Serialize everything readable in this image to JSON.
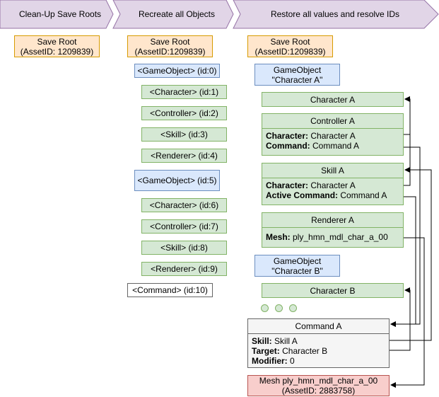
{
  "stages": [
    "Clean-Up Save Roots",
    "Recreate all Objects",
    "Restore all values and resolve IDs"
  ],
  "col1": {
    "save_root": [
      "Save Root",
      "(AssetID: 1209839)"
    ]
  },
  "col2": {
    "save_root": [
      "Save Root",
      "(AssetID:1209839)"
    ],
    "items": [
      "<GameObject> (id:0)",
      "<Character> (id:1)",
      "<Controller> (id:2)",
      "<Skill> (id:3)",
      "<Renderer> (id:4)",
      "<GameObject> (id:5)",
      "<Character> (id:6)",
      "<Controller> (id:7)",
      "<Skill> (id:8)",
      "<Renderer> (id:9)",
      "<Command> (id:10)"
    ]
  },
  "col3": {
    "save_root": [
      "Save Root",
      "(AssetID:1209839)"
    ],
    "go_a": [
      "GameObject",
      "\"Character A\""
    ],
    "character_a": "Character A",
    "controller_a": {
      "title": "Controller A",
      "fields": [
        {
          "key": "Character:",
          "value": " Character A"
        },
        {
          "key": "Command:",
          "value": " Command A"
        }
      ]
    },
    "skill_a": {
      "title": "Skill A",
      "fields": [
        {
          "key": "Character:",
          "value": " Character A"
        },
        {
          "key": "Active Command:",
          "value": " Command A"
        }
      ]
    },
    "renderer_a": {
      "title": "Renderer A",
      "fields": [
        {
          "key": "Mesh:",
          "value": " ply_hmn_mdl_char_a_00"
        }
      ]
    },
    "go_b": [
      "GameObject",
      "\"Character B\""
    ],
    "character_b": "Character B",
    "command_a": {
      "title": "Command A",
      "fields": [
        {
          "key": "Skill:",
          "value": " Skill A"
        },
        {
          "key": "Target:",
          "value": " Character B"
        },
        {
          "key": "Modifier:",
          "value": " 0"
        }
      ]
    },
    "mesh": [
      "Mesh ply_hmn_mdl_char_a_00",
      "(AssetID: 2883758)"
    ]
  }
}
